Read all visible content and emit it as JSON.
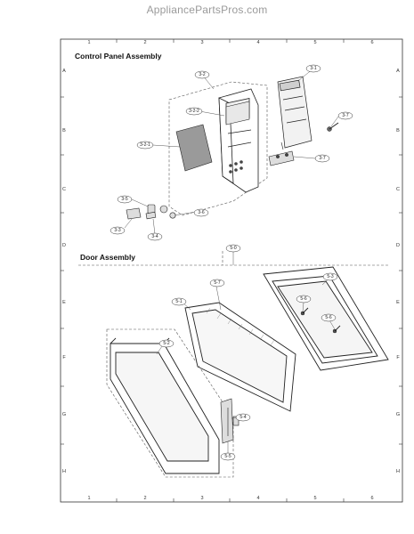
{
  "watermark": "AppliancePartsPros.com",
  "sections": {
    "control_panel": "Control Panel Assembly",
    "door": "Door Assembly"
  },
  "grid": {
    "columns": [
      "1",
      "2",
      "3",
      "4",
      "5",
      "6"
    ],
    "rows": [
      "A",
      "B",
      "C",
      "D",
      "E",
      "F",
      "G",
      "H"
    ]
  },
  "callouts": {
    "p3_1": "3-1",
    "p3_2": "3-2",
    "p3_2_1": "3-2-1",
    "p3_2_2": "3-2-2",
    "p3_3": "3-3",
    "p3_4": "3-4",
    "p3_5": "3-5",
    "p3_6": "3-6",
    "p3_7a": "3-7",
    "p3_7b": "3-7",
    "p5_0": "5-0",
    "p5_1": "5-1",
    "p5_2": "5-2",
    "p5_3": "5-3",
    "p5_4": "5-4",
    "p5_5": "5-5",
    "p5_6a": "5-6",
    "p5_6b": "5-6",
    "p5_7": "5-7"
  }
}
